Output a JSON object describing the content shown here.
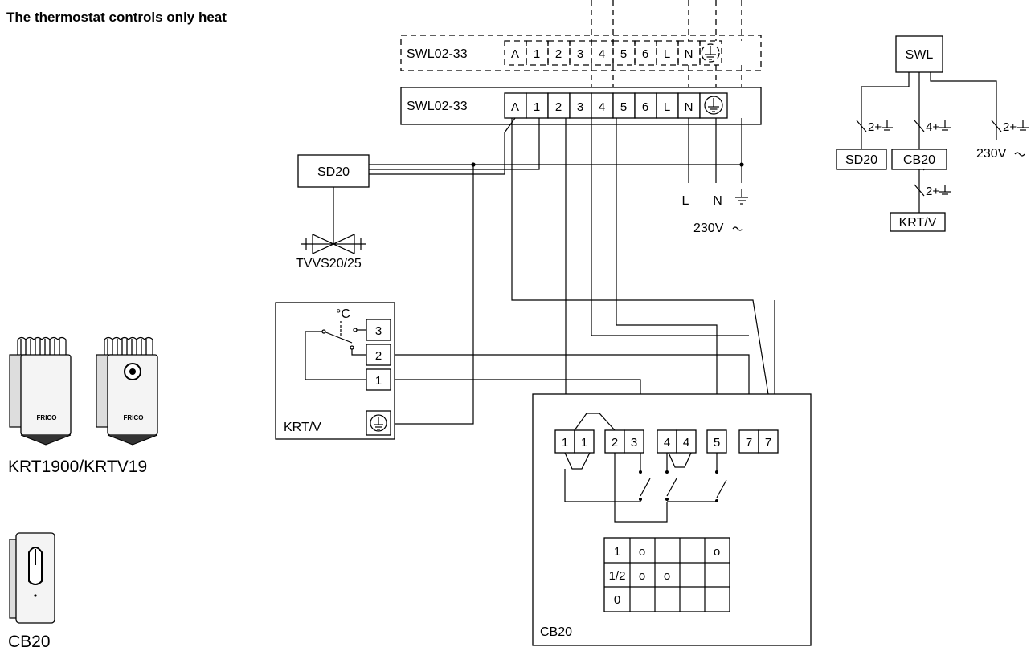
{
  "title": "The thermostat controls only heat",
  "terminal_block": {
    "label": "SWL02-33",
    "terminals": [
      "A",
      "1",
      "2",
      "3",
      "4",
      "5",
      "6",
      "L",
      "N"
    ]
  },
  "supply": {
    "l": "L",
    "n": "N",
    "voltage": "230V"
  },
  "sd20": {
    "label": "SD20",
    "valve_label": "TVVS20/25"
  },
  "krt": {
    "label": "KRT/V",
    "unit": "°C",
    "terminals": [
      "3",
      "2",
      "1"
    ]
  },
  "cb20": {
    "label": "CB20",
    "terminals": [
      "1",
      "1",
      "2",
      "3",
      "4",
      "4",
      "5",
      "7",
      "7"
    ],
    "table": [
      [
        "1",
        "o",
        "",
        "",
        "o"
      ],
      [
        "1/2",
        "o",
        "o",
        "",
        ""
      ],
      [
        "0",
        "",
        "",
        "",
        ""
      ]
    ]
  },
  "overview": {
    "swl": "SWL",
    "sd20": "SD20",
    "cb20": "CB20",
    "krt": "KRT/V",
    "cable_sd20": "2+",
    "cable_cb20": "4+",
    "cable_supply": "2+",
    "cable_krt": "2+",
    "voltage": "230V"
  },
  "products": {
    "krt_caption": "KRT1900/KRTV19",
    "cb_caption": "CB20",
    "brand": "FRICO"
  },
  "icons": [
    "earth-icon",
    "tilde-icon",
    "valve-icon",
    "switch-icon",
    "thermostat-photo",
    "controller-photo"
  ]
}
